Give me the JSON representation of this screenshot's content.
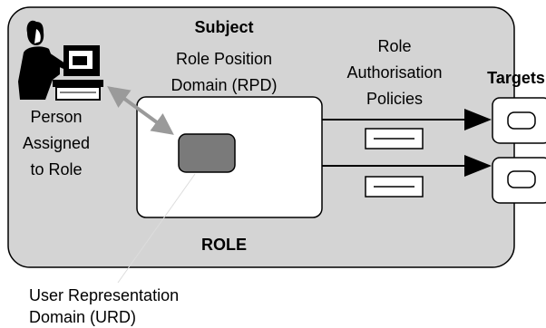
{
  "subject": {
    "title": "Subject",
    "rpd_line1": "Role Position",
    "rpd_line2": "Domain (RPD)",
    "role_label": "ROLE"
  },
  "person": {
    "line1": "Person",
    "line2": "Assigned",
    "line3": "to Role"
  },
  "policies": {
    "line1": "Role",
    "line2": "Authorisation",
    "line3": "Policies"
  },
  "targets": {
    "label": "Targets"
  },
  "urd": {
    "line1": "User Representation",
    "line2": "Domain (URD)"
  },
  "colors": {
    "subject_fill": "#d4d4d4",
    "urd_fill": "#7a7a7a",
    "arrow_gray": "#9a9a9a",
    "outline": "#000000"
  },
  "icons": {
    "person": "person-at-computer-icon",
    "target": "target-object-icon"
  }
}
